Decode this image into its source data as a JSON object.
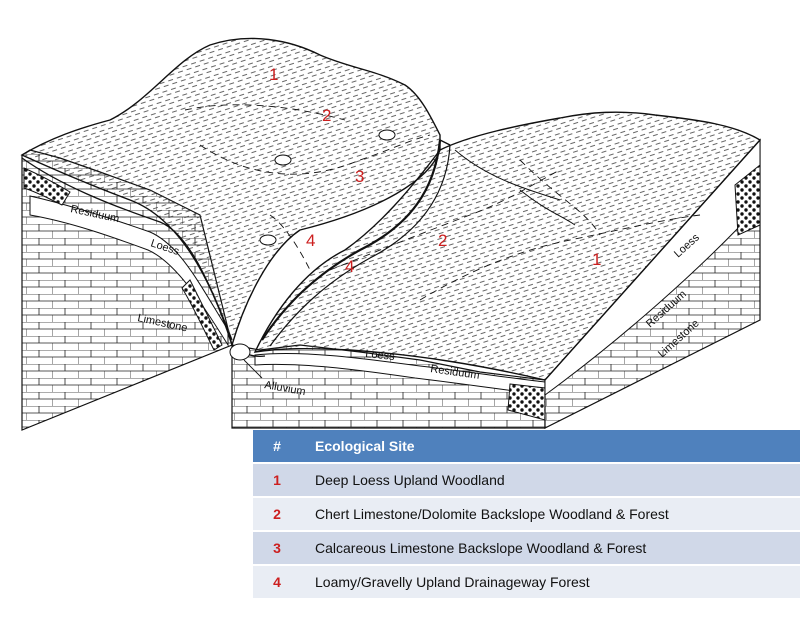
{
  "diagram": {
    "layer_labels": {
      "residuum_left": "Residuum",
      "loess_left": "Loess",
      "limestone_left": "Limestone",
      "alluvium": "Alluvium",
      "loess_front": "Loess",
      "residuum_front": "Residuum",
      "loess_right": "Loess",
      "residuum_right": "Residuum",
      "limestone_right": "Limestone"
    },
    "site_markers": {
      "left_ridge_1": "1",
      "left_ridge_2": "2",
      "left_ridge_3": "3",
      "left_drainage_4": "4",
      "right_drainage_4": "4",
      "right_ridge_2": "2",
      "right_ridge_1": "1"
    }
  },
  "legend": {
    "header_num": "#",
    "header_site": "Ecological Site",
    "rows": [
      {
        "num": "1",
        "site": "Deep Loess Upland Woodland"
      },
      {
        "num": "2",
        "site": "Chert Limestone/Dolomite  Backslope Woodland & Forest"
      },
      {
        "num": "3",
        "site": "Calcareous Limestone Backslope Woodland & Forest"
      },
      {
        "num": "4",
        "site": "Loamy/Gravelly Upland Drainageway Forest"
      }
    ]
  },
  "colors": {
    "header_bg": "#4f81bd",
    "row_odd_bg": "#d0d8e8",
    "row_even_bg": "#e9edf4",
    "site_number": "#cc1f1f"
  }
}
